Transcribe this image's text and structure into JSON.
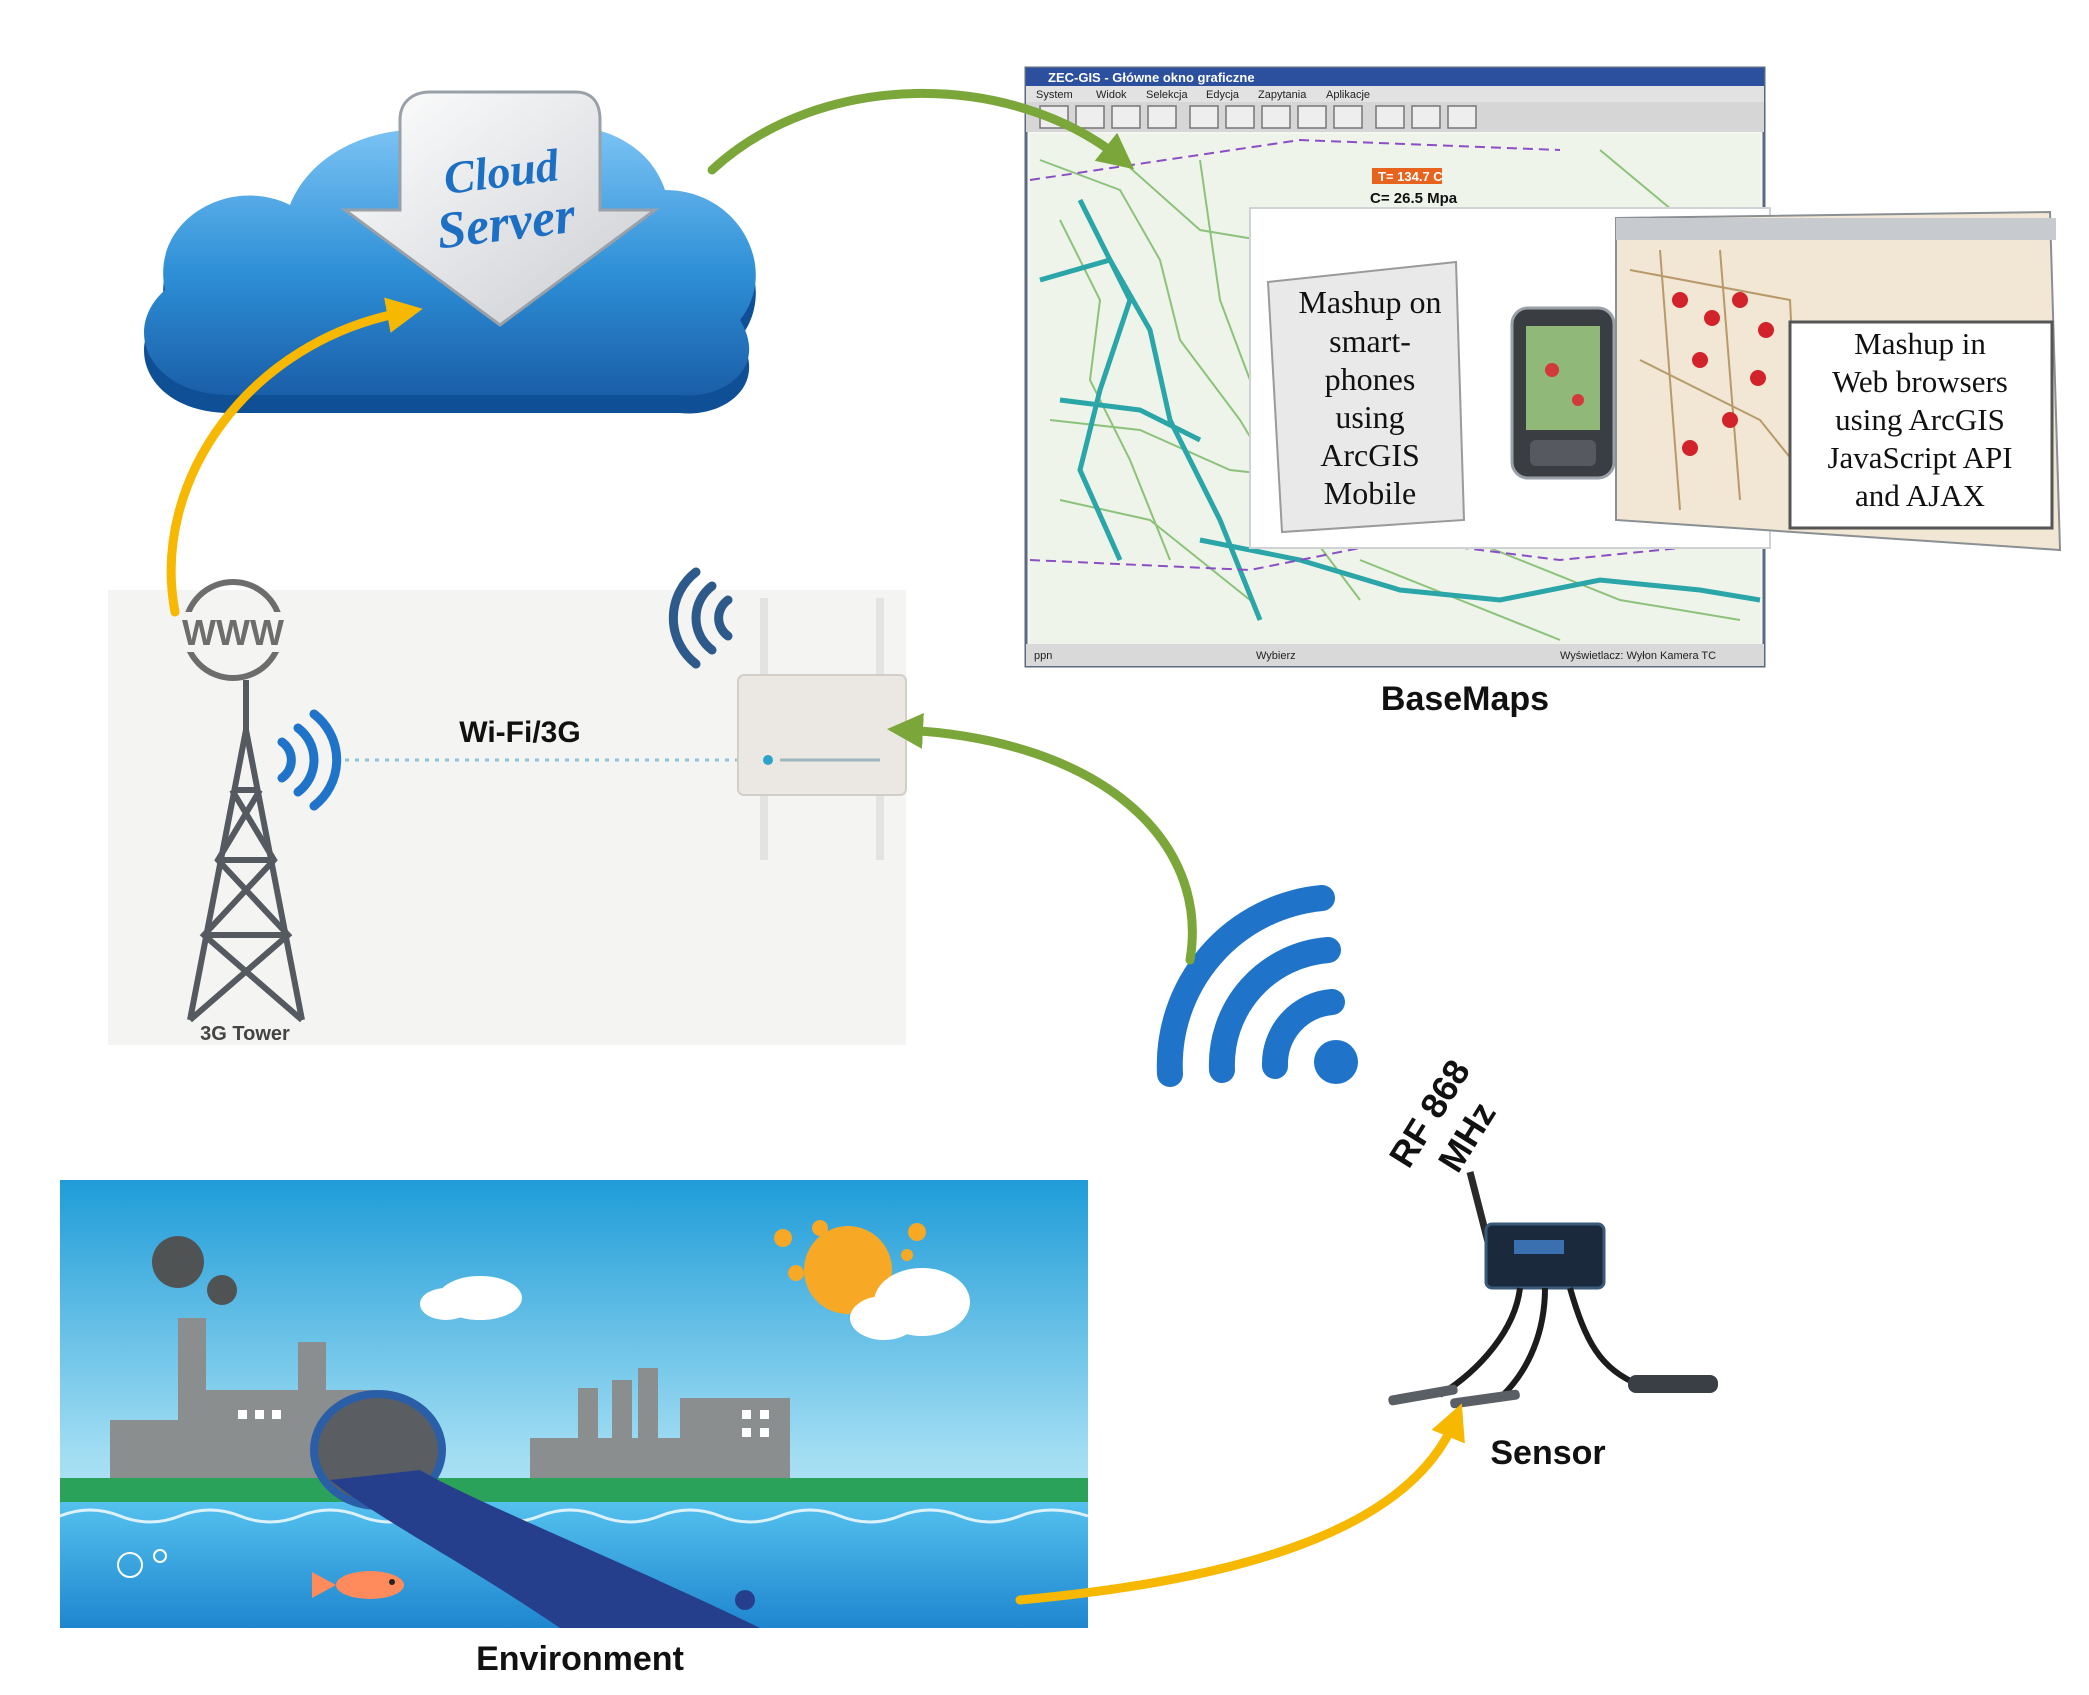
{
  "cloud": {
    "line1": "Cloud",
    "line2": "Server"
  },
  "network": {
    "link_label": "Wi-Fi/3G",
    "tower_label": "3G Tower",
    "www_label": "WWW"
  },
  "basemaps": {
    "title": "BaseMaps",
    "window_title": "ZEC-GIS - Główne okno graficzne",
    "menu": [
      "System",
      "Widok",
      "Selekcja",
      "Edycja",
      "Zapytania",
      "Aplikacje"
    ],
    "status": [
      "ppn",
      "Wybierz",
      "Wyświetlacz: Wyłon  Kamera TC"
    ],
    "readouts": [
      "T= 134.7 C",
      "C= 26.5 Mpa"
    ],
    "mobile_box": [
      "Mashup on",
      "smart-",
      "phones",
      "using",
      "ArcGIS",
      "Mobile"
    ],
    "web_box": [
      "Mashup in",
      "Web browsers",
      "using ArcGIS",
      "JavaScript  API",
      "and AJAX"
    ]
  },
  "rf": {
    "line1": "RF 868",
    "line2": "MHz"
  },
  "sensor": {
    "label": "Sensor"
  },
  "environment": {
    "label": "Environment"
  },
  "colors": {
    "green_arrow": "#7ba63a",
    "yellow_arrow": "#f6b800",
    "wifi_blue": "#1f74c9",
    "cloud_blue": "#2d8fd6",
    "sea_blue": "#2f9fe0",
    "grass_green": "#2aa25a"
  }
}
